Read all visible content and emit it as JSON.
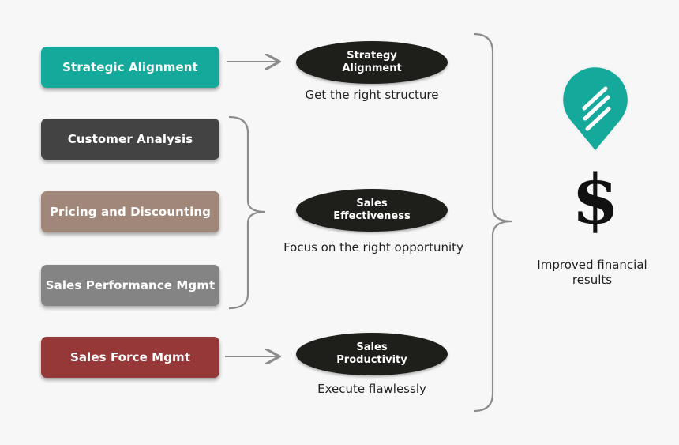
{
  "boxes": [
    {
      "label": "Strategic Alignment",
      "color": "#14a99b"
    },
    {
      "label": "Customer Analysis",
      "color": "#434343"
    },
    {
      "label": "Pricing and Discounting",
      "color": "#a08779"
    },
    {
      "label": "Sales Performance Mgmt",
      "color": "#848484"
    },
    {
      "label": "Sales Force Mgmt",
      "color": "#963838"
    }
  ],
  "outcomes": [
    {
      "line1": "Strategy",
      "line2": "Alignment",
      "caption": "Get the right structure"
    },
    {
      "line1": "Sales",
      "line2": "Effectiveness",
      "caption": "Focus on the right opportunity"
    },
    {
      "line1": "Sales",
      "line2": "Productivity",
      "caption": "Execute flawlessly"
    }
  ],
  "result": {
    "icon": "dollar-icon",
    "logo_icon": "location-pin-logo-icon",
    "dollar_symbol": "$",
    "text": "Improved financial results"
  },
  "colors": {
    "connector": "#8c8c8c",
    "logo": "#14a99b",
    "ellipse": "#1e1e1a"
  }
}
